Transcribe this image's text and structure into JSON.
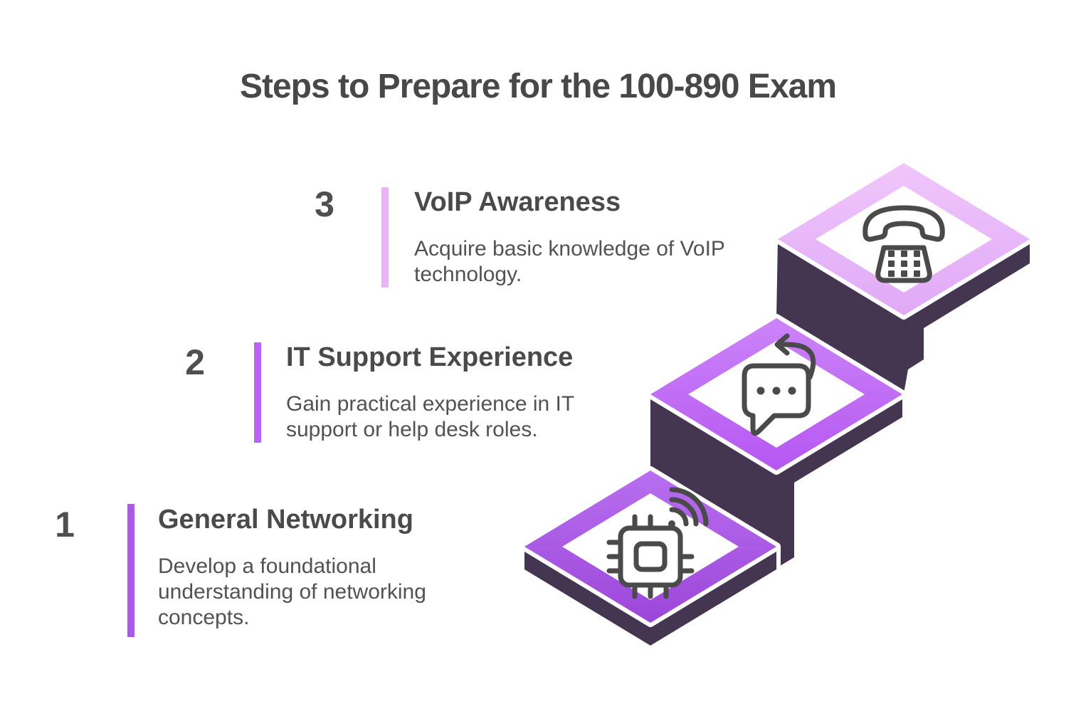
{
  "title": "Steps to Prepare for the 100-890 Exam",
  "steps": [
    {
      "number": "1",
      "heading": "General Networking",
      "body_lines": [
        "Develop a foundational",
        "understanding of networking",
        "concepts."
      ],
      "bar_color": "#a95ae7",
      "icon": "chip-wifi-icon"
    },
    {
      "number": "2",
      "heading": "IT Support Experience",
      "body_lines": [
        "Gain practical experience in IT",
        "support or help desk roles.",
        ""
      ],
      "bar_color": "#bb63f2",
      "icon": "chat-reply-icon"
    },
    {
      "number": "3",
      "heading": "VoIP Awareness",
      "body_lines": [
        "Acquire basic knowledge of VoIP",
        "technology.",
        ""
      ],
      "bar_color": "#ecb2f8",
      "icon": "phone-icon"
    }
  ],
  "stairs": {
    "band_colors": {
      "step1": "#a958e6",
      "step2": "#c06ef5",
      "step3": "#e5b3f8"
    },
    "body_color": "#443650",
    "outline_color": "#ffffff",
    "icon_color": "#4a4a4b"
  }
}
